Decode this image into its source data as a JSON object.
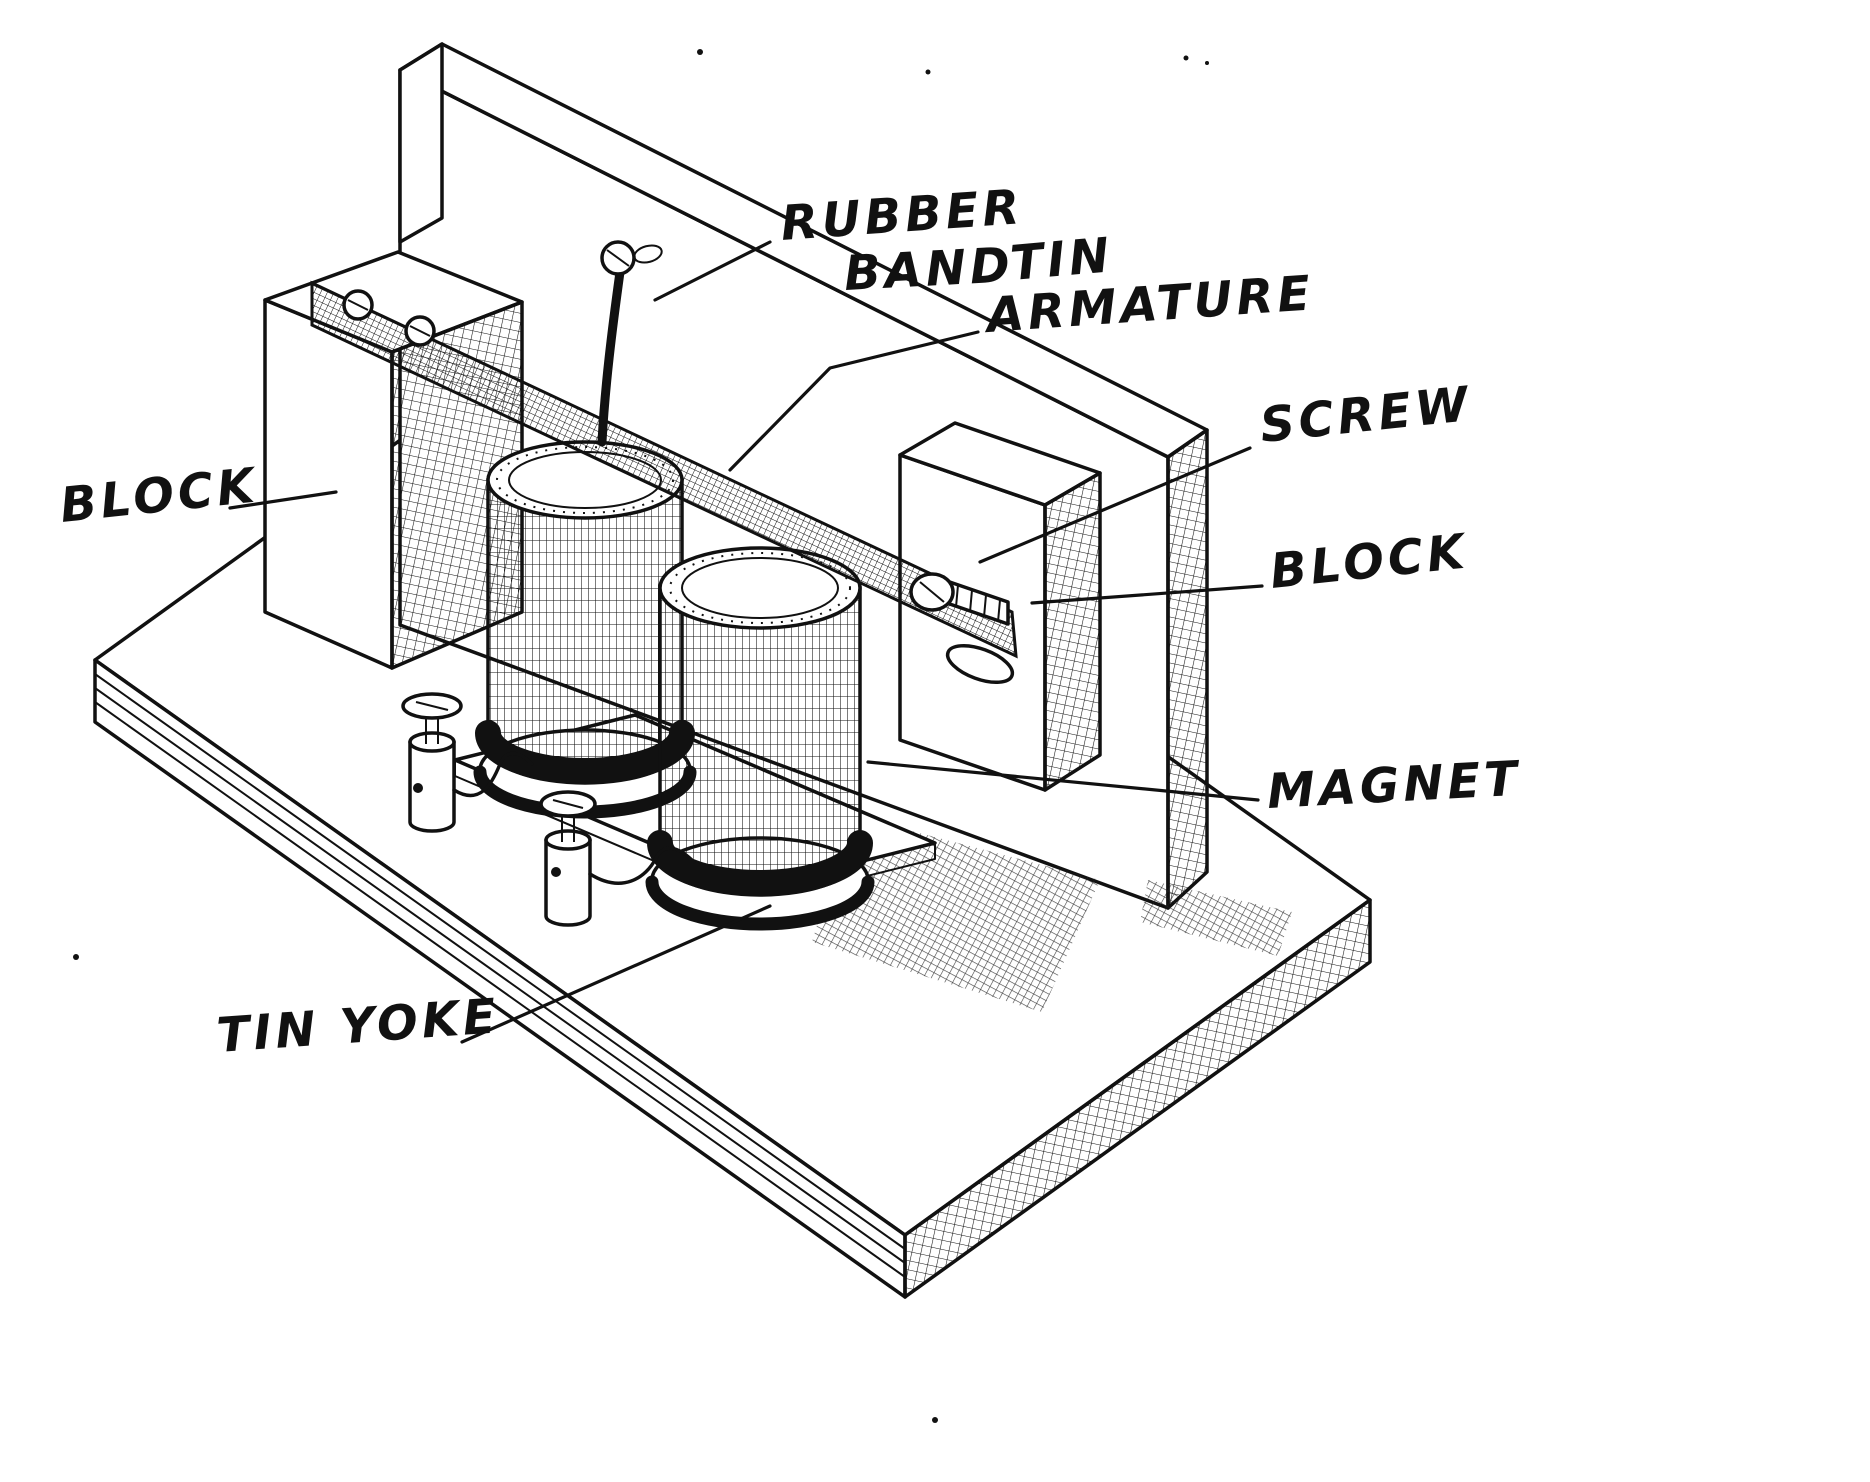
{
  "colors": {
    "ink": "#111111",
    "paper": "#ffffff"
  },
  "labels": {
    "rubber_band": {
      "line1": "RUBBER",
      "line2": "BAND"
    },
    "tin_armature": {
      "line1": "TIN",
      "line2": "ARMATURE"
    },
    "screw": "SCREW",
    "block_left": "BLOCK",
    "block_right": "BLOCK",
    "magnet": "MAGNET",
    "tin_yoke": "TIN YOKE"
  }
}
